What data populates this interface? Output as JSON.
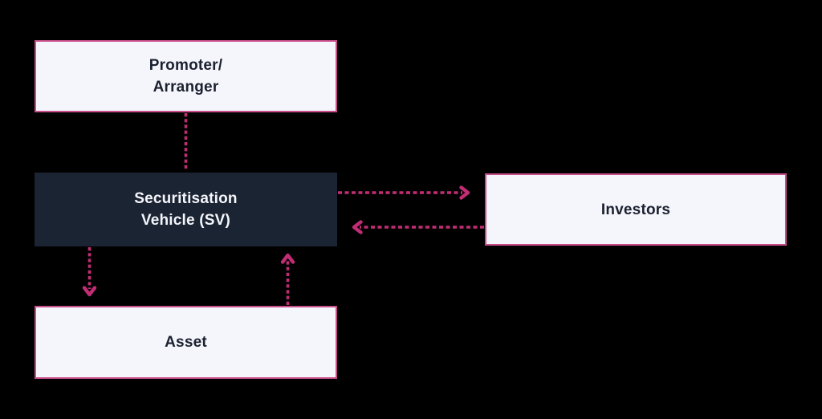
{
  "diagram": {
    "nodes": {
      "promoter": {
        "line1": "Promoter/",
        "line2": "Arranger"
      },
      "sv": {
        "line1": "Securitisation",
        "line2": "Vehicle (SV)"
      },
      "investors": {
        "label": "Investors"
      },
      "asset": {
        "label": "Asset"
      }
    },
    "edges": [
      {
        "name": "promoter-to-sv",
        "from": "promoter",
        "to": "sv",
        "style": "dashed",
        "arrowhead": "none",
        "direction": "down"
      },
      {
        "name": "sv-to-investors",
        "from": "sv",
        "to": "investors",
        "style": "dashed",
        "arrowhead": "chevron",
        "direction": "right"
      },
      {
        "name": "investors-to-sv",
        "from": "investors",
        "to": "sv",
        "style": "dashed",
        "arrowhead": "chevron",
        "direction": "left"
      },
      {
        "name": "sv-to-asset",
        "from": "sv",
        "to": "asset",
        "style": "dashed",
        "arrowhead": "chevron",
        "direction": "down"
      },
      {
        "name": "asset-to-sv",
        "from": "asset",
        "to": "sv",
        "style": "dashed",
        "arrowhead": "chevron",
        "direction": "up"
      }
    ],
    "colors": {
      "background": "#000000",
      "arrow_pink": "#c12d74",
      "box_border_pink": "#c94d8a",
      "dark_box_background": "#1b2433",
      "light_box_background": "#f5f6fb",
      "dark_text": "#1c2130",
      "light_text": "#f5f6fb"
    }
  }
}
